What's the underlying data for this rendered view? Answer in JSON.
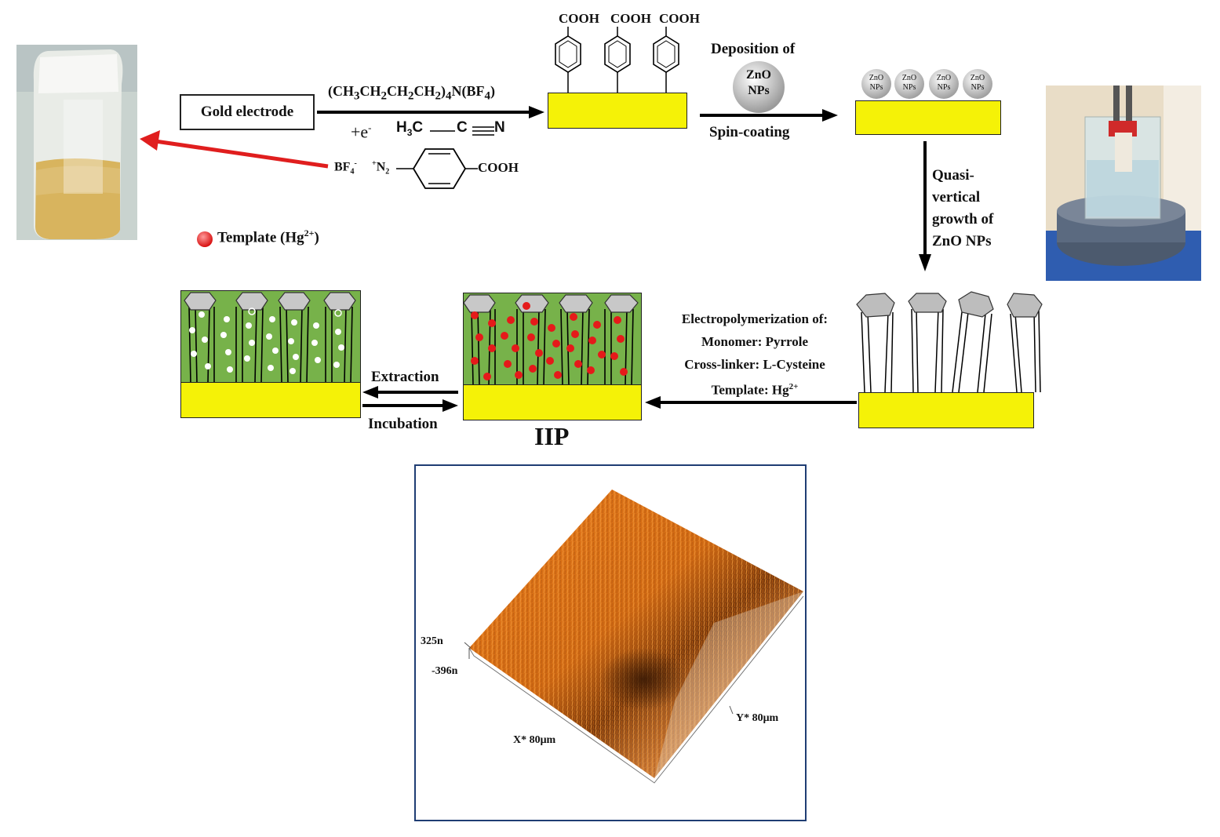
{
  "colors": {
    "gold": "#f5f207",
    "polymer": "#77b24a",
    "arrow_red": "#e01e1e",
    "template": "#e51a1a",
    "frame": "#1f3d73",
    "surface": "#e07820"
  },
  "step1": {
    "electrode_label": "Gold electrode",
    "reagent_a": "(CH",
    "reagent_a_sub1": "3",
    "reagent_a_b": "CH",
    "reagent_a_sub2": "2",
    "reagent_a_c": "CH",
    "reagent_a_sub3": "2",
    "reagent_a_d": "CH",
    "reagent_a_sub4": "2",
    "reagent_a_e": ")",
    "reagent_a_sub5": "4",
    "reagent_a_f": "N(BF",
    "reagent_a_sub6": "4",
    "reagent_a_g": ")",
    "electron": "+e",
    "electron_sup": "-",
    "acetonitrile_left": "H",
    "acetonitrile_sub": "3",
    "acetonitrile_c1": "C",
    "acetonitrile_c2": "C",
    "acetonitrile_n": "N",
    "salt_bf": "BF",
    "salt_bf_sub": "4",
    "salt_bf_sup": "-",
    "salt_n_sup": "+",
    "salt_n": "N",
    "salt_n_sub": "2",
    "salt_cooh": "COOH"
  },
  "grafted": {
    "cooh_labels": [
      "COOH",
      "COOH",
      "COOH"
    ]
  },
  "deposition": {
    "title": "Deposition of",
    "np_line1": "ZnO",
    "np_line2": "NPs",
    "method": "Spin-coating"
  },
  "seeded": {
    "np_labels": [
      [
        "ZnO",
        "NPs"
      ],
      [
        "ZnO",
        "NPs"
      ],
      [
        "ZnO",
        "NPs"
      ],
      [
        "ZnO",
        "NPs"
      ]
    ]
  },
  "growth": {
    "lines": [
      "Quasi-",
      "vertical",
      "growth of",
      "ZnO NPs"
    ]
  },
  "legend": {
    "label": "Template (Hg",
    "sup": "2+",
    "end": ")"
  },
  "electropolymerization": {
    "lines": [
      "Electropolymerization of:",
      "Monomer: Pyrrole",
      "Cross-linker: L-Cysteine",
      "Template: Hg"
    ],
    "sup": "2+"
  },
  "exchange": {
    "extraction": "Extraction",
    "incubation": "Incubation"
  },
  "iip_label": "IIP",
  "afm": {
    "z_top": "325n",
    "z_bottom": "-396n",
    "x_axis": "X* 80μm",
    "y_axis": "Y* 80μm"
  }
}
